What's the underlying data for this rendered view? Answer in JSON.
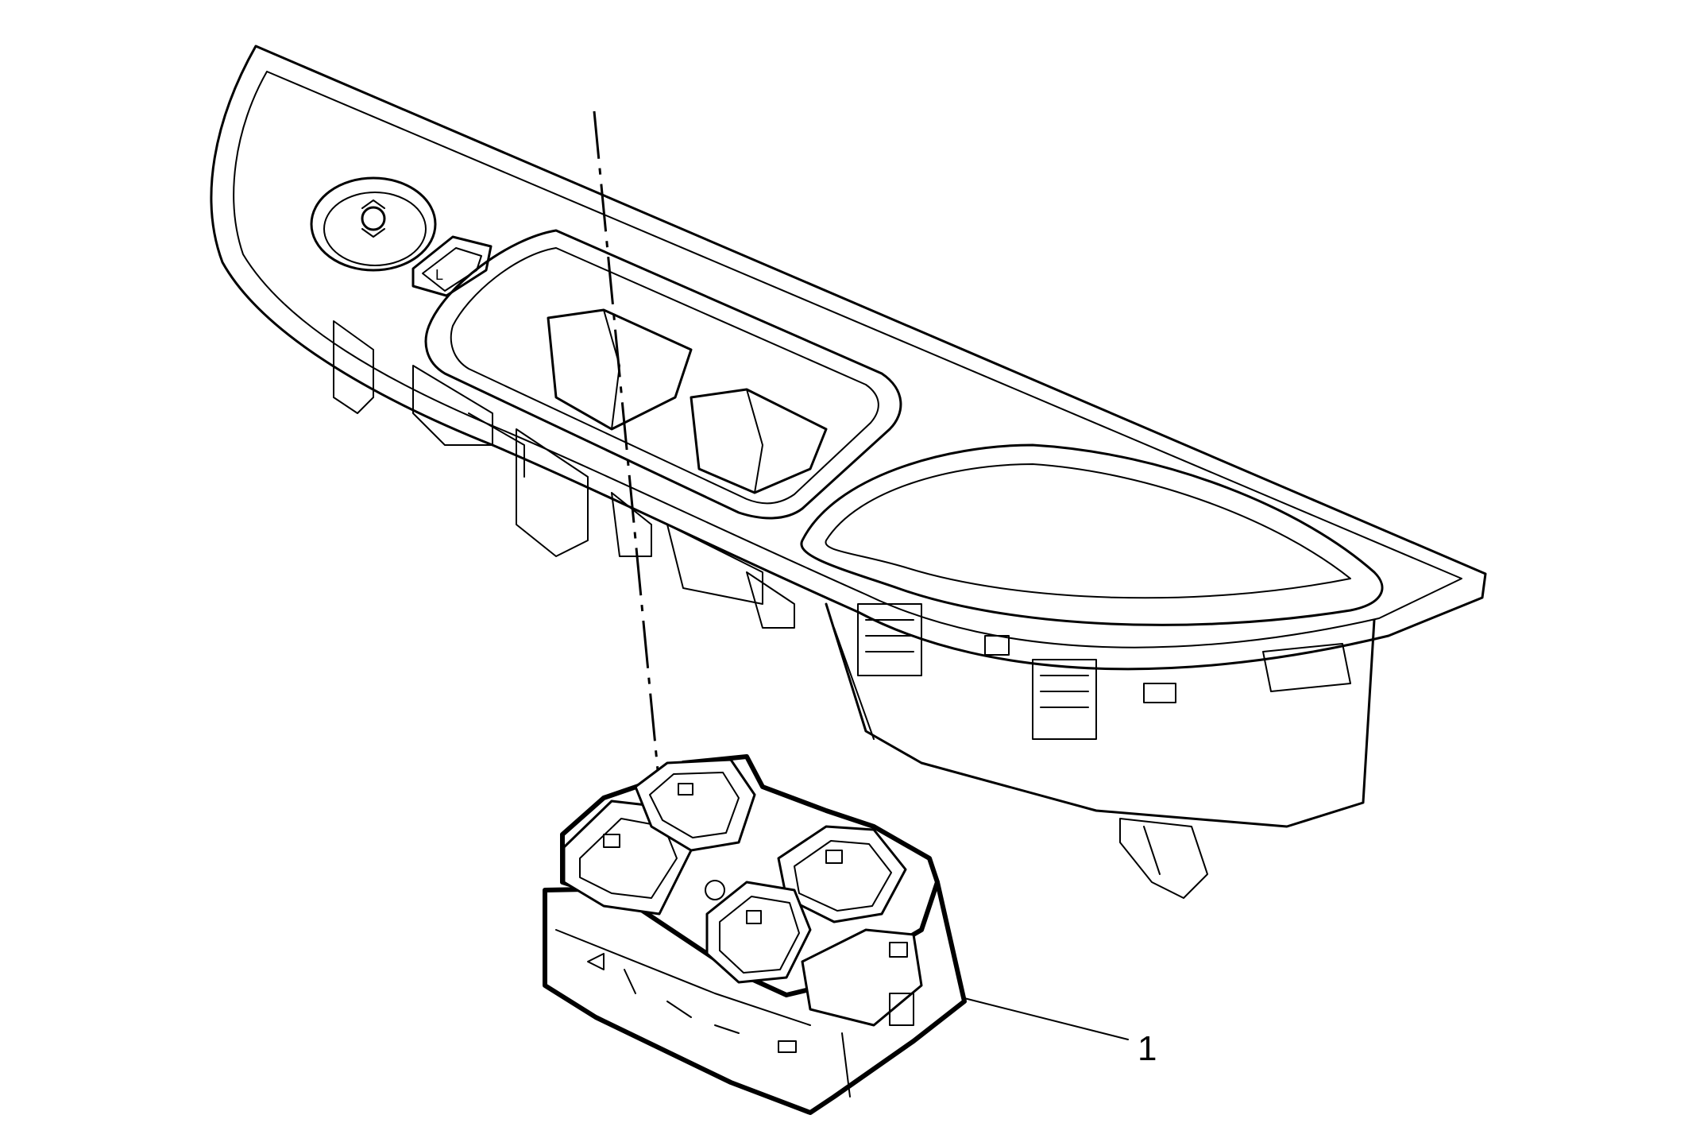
{
  "diagram": {
    "callouts": [
      {
        "id": "1",
        "label": "1"
      }
    ],
    "switch_labels": {
      "lock_switch": "L"
    },
    "colors": {
      "line": "#000000",
      "background": "#ffffff"
    }
  }
}
